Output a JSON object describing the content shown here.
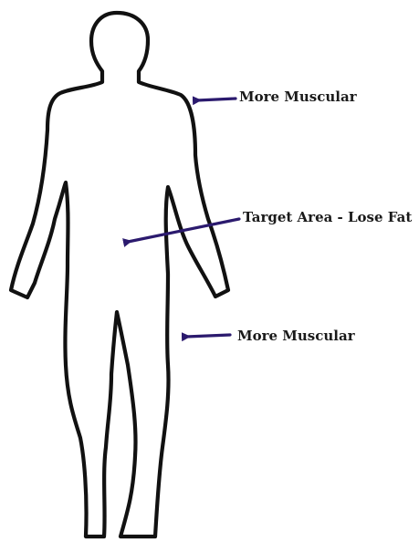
{
  "diagram": {
    "labels": {
      "shoulder": "More Muscular",
      "torso": "Target Area - Lose Fat",
      "thigh": "More Muscular"
    },
    "colors": {
      "outline": "#111111",
      "arrow": "#2b1a6e",
      "text": "#1a1a1a",
      "background": "#ffffff"
    }
  }
}
